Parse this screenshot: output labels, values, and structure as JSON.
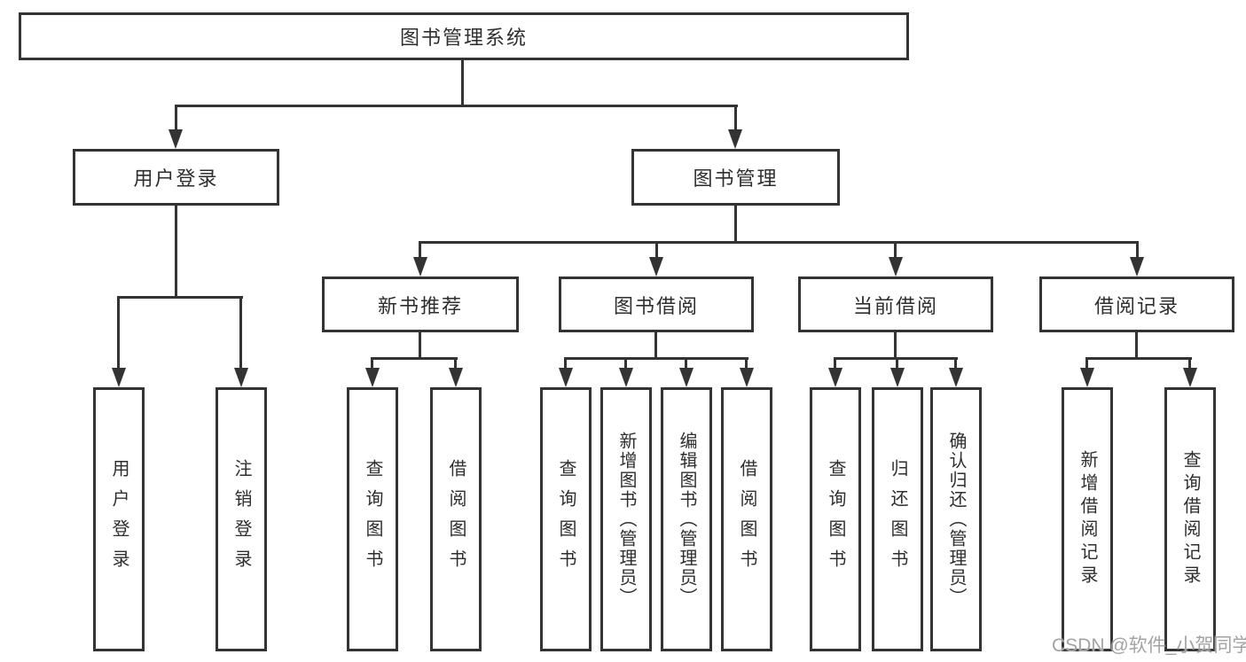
{
  "diagram": {
    "title": "图书管理系统",
    "type": "hierarchy-tree",
    "colors": {
      "line": "#333333",
      "box_border": "#333333",
      "box_fill": "#ffffff",
      "text": "#2e2e2e",
      "watermark": "#a3a3a3",
      "background": "#ffffff"
    },
    "watermark": "CSDN @软件_小贺同学",
    "nodes": {
      "root": {
        "label": "图书管理系统"
      },
      "userLogin": {
        "label": "用户登录"
      },
      "bookMgmt": {
        "label": "图书管理"
      },
      "newBookRec": {
        "label": "新书推荐"
      },
      "bookBorrow": {
        "label": "图书借阅"
      },
      "currentBorrow": {
        "label": "当前借阅"
      },
      "borrowRecords": {
        "label": "借阅记录"
      },
      "leafUserLogin": {
        "label": "用户登录"
      },
      "leafLogout": {
        "label": "注销登录"
      },
      "leafQueryRec": {
        "label": "查询图书"
      },
      "leafBorrowRec": {
        "label": "借阅图书"
      },
      "leafQueryBorrow": {
        "label": "查询图书"
      },
      "leafAddBook": {
        "label": "新增图书（管理员）"
      },
      "leafEditBook": {
        "label": "编辑图书（管理员）"
      },
      "leafBorrowBorrow": {
        "label": "借阅图书"
      },
      "leafQueryCurrent": {
        "label": "查询图书"
      },
      "leafReturnBook": {
        "label": "归还图书"
      },
      "leafConfirmReturn": {
        "label": "确认归还（管理员）"
      },
      "leafAddRecord": {
        "label": "新增借阅记录"
      },
      "leafQueryRecord": {
        "label": "查询借阅记录"
      }
    },
    "hierarchy": {
      "图书管理系统": {
        "用户登录": [
          "用户登录",
          "注销登录"
        ],
        "图书管理": {
          "新书推荐": [
            "查询图书",
            "借阅图书"
          ],
          "图书借阅": [
            "查询图书",
            "新增图书（管理员）",
            "编辑图书（管理员）",
            "借阅图书"
          ],
          "当前借阅": [
            "查询图书",
            "归还图书",
            "确认归还（管理员）"
          ],
          "借阅记录": [
            "新增借阅记录",
            "查询借阅记录"
          ]
        }
      }
    }
  }
}
